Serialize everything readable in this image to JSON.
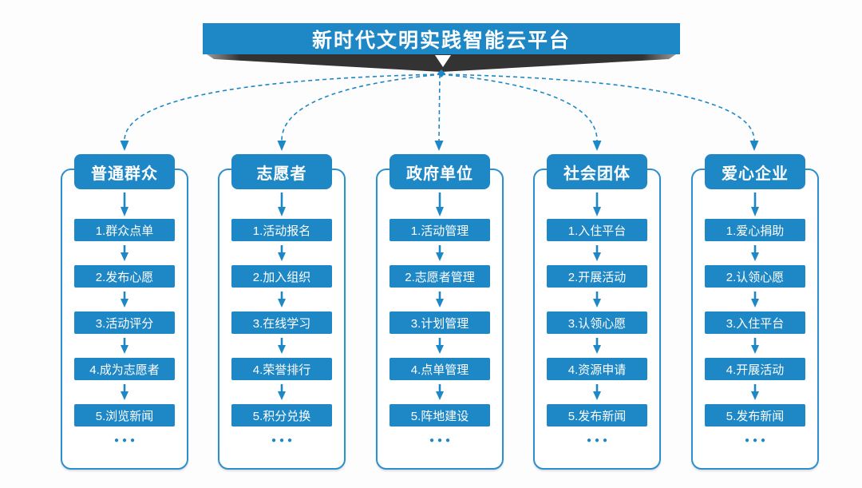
{
  "title": "新时代文明实践智能云平台",
  "ellipsis": "●●●",
  "colors": {
    "primary_blue": "#1e87c6",
    "frame_blue": "#2e8fce",
    "ribbon_dark": "#303030",
    "text_on_blue": "#ffffff",
    "background": "#fdfdfd"
  },
  "diagram": {
    "type": "flowchart",
    "root": "新时代文明实践智能云平台",
    "branches": 5
  },
  "columns": [
    {
      "header": "普通群众",
      "items": [
        "1.群众点单",
        "2.发布心愿",
        "3.活动评分",
        "4.成为志愿者",
        "5.浏览新闻"
      ]
    },
    {
      "header": "志愿者",
      "items": [
        "1.活动报名",
        "2.加入组织",
        "3.在线学习",
        "4.荣誉排行",
        "5.积分兑换"
      ]
    },
    {
      "header": "政府单位",
      "items": [
        "1.活动管理",
        "2.志愿者管理",
        "3.计划管理",
        "4.点单管理",
        "5.阵地建设"
      ]
    },
    {
      "header": "社会团体",
      "items": [
        "1.入住平台",
        "2.开展活动",
        "3.认领心愿",
        "4.资源申请",
        "5.发布新闻"
      ]
    },
    {
      "header": "爱心企业",
      "items": [
        "1.爱心捐助",
        "2.认领心愿",
        "3.入住平台",
        "4.开展活动",
        "5.发布新闻"
      ]
    }
  ]
}
